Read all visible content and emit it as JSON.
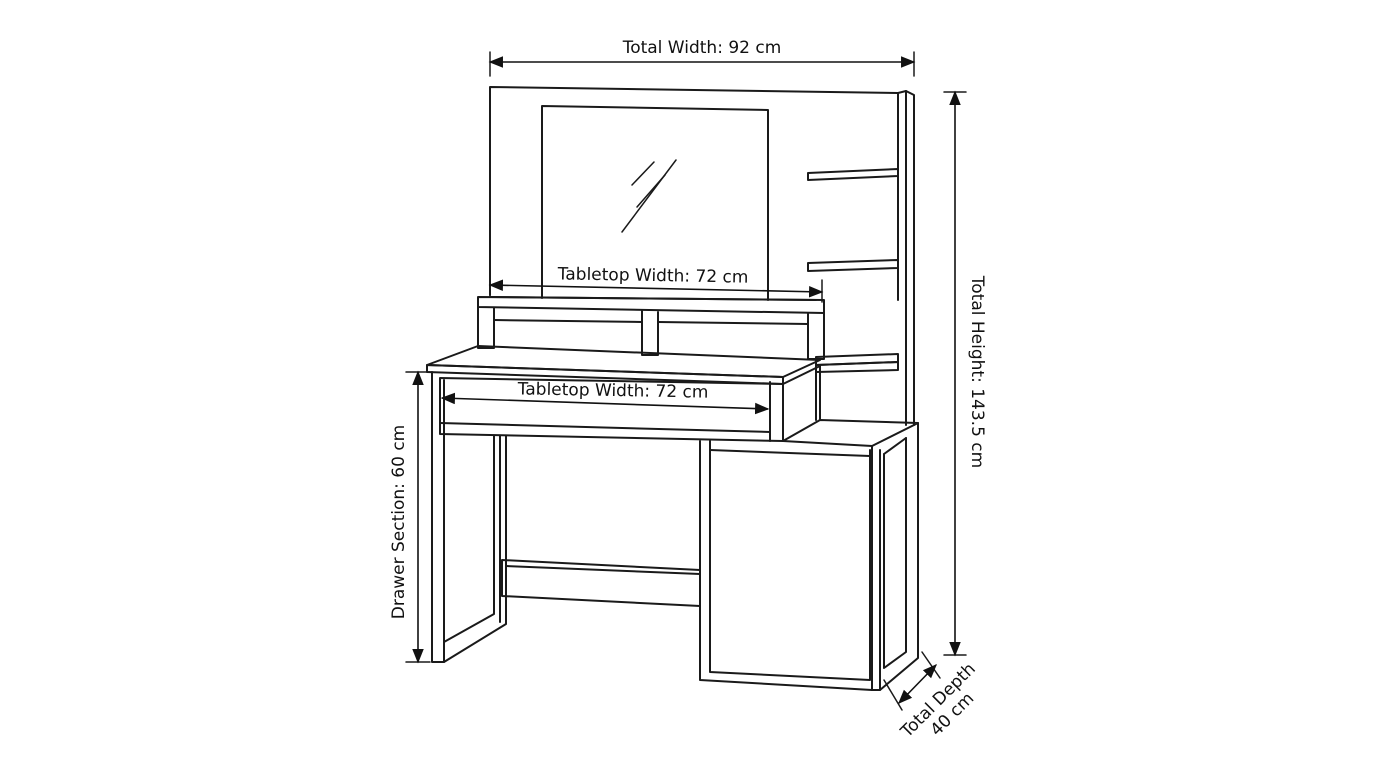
{
  "dimensions": {
    "total_width": "Total Width: 92 cm",
    "tabletop_upper": "Tabletop Width: 72 cm",
    "tabletop_lower": "Tabletop Width: 72 cm",
    "total_height": "Total Height: 143.5 cm",
    "drawer_section": "Drawer Section: 60 cm",
    "total_depth_line1": "Total Depth",
    "total_depth_line2": "40 cm"
  }
}
